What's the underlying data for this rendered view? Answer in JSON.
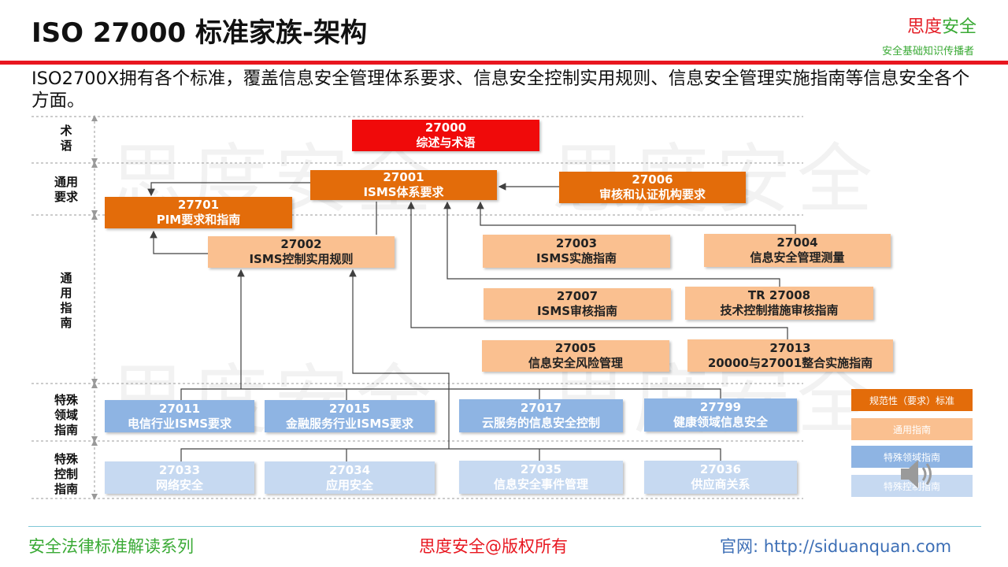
{
  "header": {
    "title": "ISO 27000 标准家族-架构",
    "brand_part1": "思度",
    "brand_part2": "安全",
    "brand_tagline": "安全基础知识传播者"
  },
  "intro": "ISO2700X拥有各个标准，覆盖信息安全管理体系要求、信息安全控制实用规则、信息安全管理实施指南等信息安全各个方面。",
  "watermark": "思度安全",
  "categories": [
    {
      "label": "术\n语"
    },
    {
      "label": "通用\n要求"
    },
    {
      "label": "通\n用\n指\n南"
    },
    {
      "label": "特殊\n领域\n指南"
    },
    {
      "label": "特殊\n控制\n指南"
    }
  ],
  "boxes": {
    "s27000": {
      "code": "27000",
      "name": "综述与术语"
    },
    "s27001": {
      "code": "27001",
      "name": "ISMS体系要求"
    },
    "s27006": {
      "code": "27006",
      "name": "审核和认证机构要求"
    },
    "s27701": {
      "code": "27701",
      "name": "PIM要求和指南"
    },
    "s27002": {
      "code": "27002",
      "name": "ISMS控制实用规则"
    },
    "s27003": {
      "code": "27003",
      "name": "ISMS实施指南"
    },
    "s27004": {
      "code": "27004",
      "name": "信息安全管理测量"
    },
    "s27007": {
      "code": "27007",
      "name": "ISMS审核指南"
    },
    "s27008": {
      "code": "TR 27008",
      "name": "技术控制措施审核指南"
    },
    "s27005": {
      "code": "27005",
      "name": "信息安全风险管理"
    },
    "s27013": {
      "code": "27013",
      "name": "20000与27001整合实施指南"
    },
    "s27011": {
      "code": "27011",
      "name": "电信行业ISMS要求"
    },
    "s27015": {
      "code": "27015",
      "name": "金融服务行业ISMS要求"
    },
    "s27017": {
      "code": "27017",
      "name": "云服务的信息安全控制"
    },
    "s27799": {
      "code": "27799",
      "name": "健康领域信息安全"
    },
    "s27033": {
      "code": "27033",
      "name": "网络安全"
    },
    "s27034": {
      "code": "27034",
      "name": "应用安全"
    },
    "s27035": {
      "code": "27035",
      "name": "信息安全事件管理"
    },
    "s27036": {
      "code": "27036",
      "name": "供应商关系"
    }
  },
  "legend": [
    {
      "label": "规范性（要求）标准",
      "color": "#e36c0a"
    },
    {
      "label": "通用指南",
      "color": "#fac090"
    },
    {
      "label": "特殊领域指南",
      "color": "#8eb4e3"
    },
    {
      "label": "特殊控制指南",
      "color": "#c6d9f1"
    }
  ],
  "colors": {
    "accent_red": "#e8161f",
    "brand_green": "#3aaa35",
    "link_blue": "#3d6fb6"
  },
  "icons": {
    "speaker": "speaker-icon"
  },
  "footer": {
    "left": "安全法律标准解读系列",
    "middle": "思度安全@版权所有",
    "right": "官网: http://siduanquan.com"
  }
}
